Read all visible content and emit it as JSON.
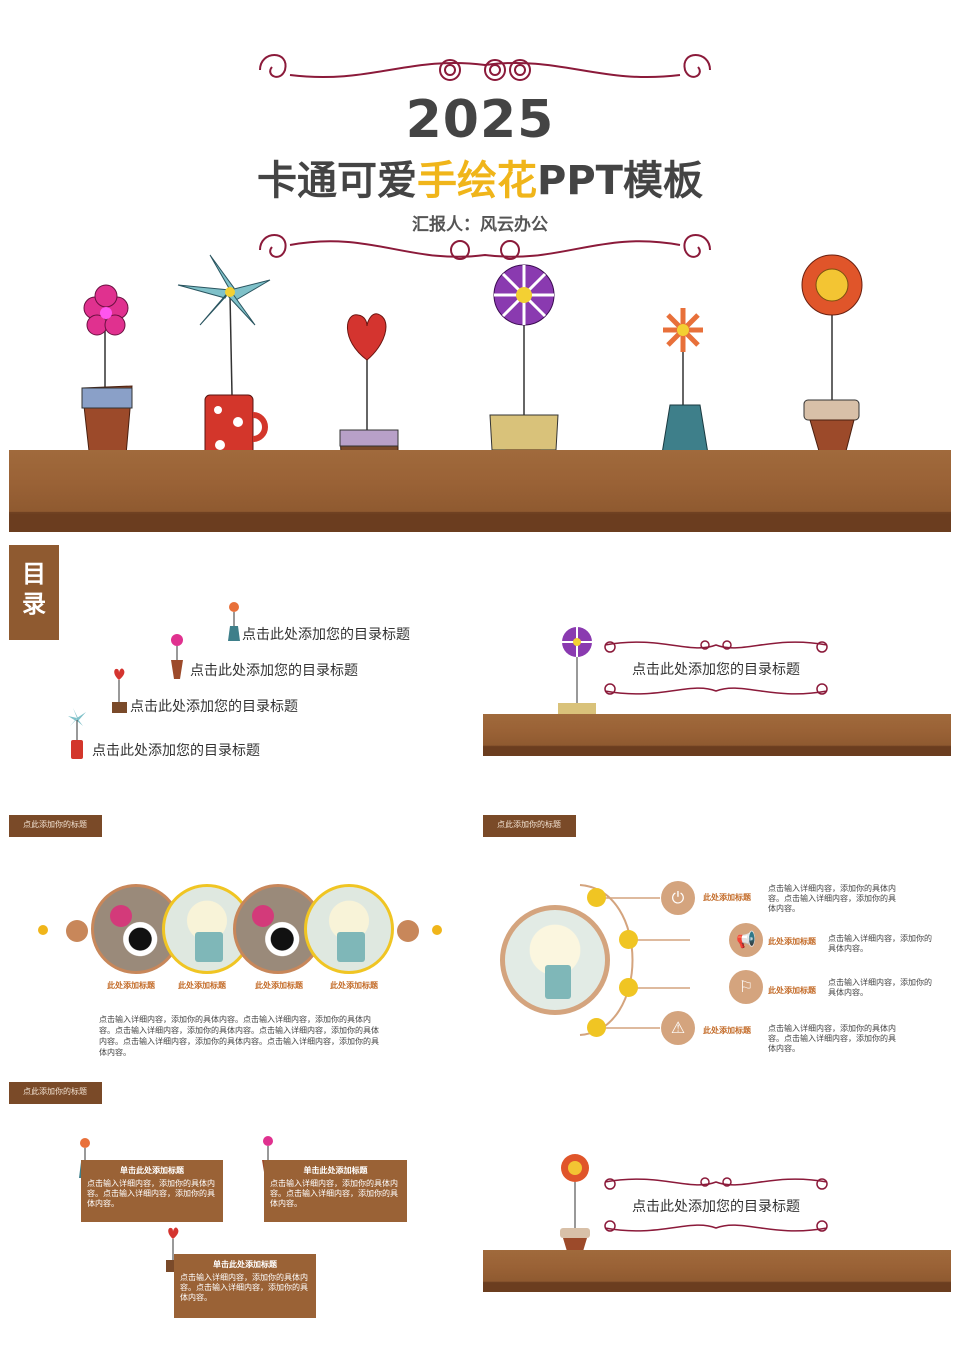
{
  "cover": {
    "year": "2025",
    "title_part1": "卡通可爱",
    "title_highlight": "手绘花",
    "title_part2": "PPT模板",
    "reporter": "汇报人：风云办公"
  },
  "toc": {
    "badge": "目\n录",
    "items": [
      "点击此处添加您的目录标题",
      "点击此处添加您的目录标题",
      "点击此处添加您的目录标题",
      "点击此处添加您的目录标题"
    ]
  },
  "section1": {
    "title": "点击此处添加您的目录标题"
  },
  "slide_photos": {
    "tag": "点此添加你的标题",
    "captions": [
      "此处添加标题",
      "此处添加标题",
      "此处添加标题",
      "此处添加标题"
    ],
    "body": "点击输入详细内容，添加你的具体内容。点击输入详细内容，添加你的具体内容。点击输入详细内容，添加你的具体内容。点击输入详细内容，添加你的具体内容。点击输入详细内容，添加你的具体内容。点击输入详细内容，添加你的具体内容。"
  },
  "slide_list": {
    "tag": "点此添加你的标题",
    "items": [
      {
        "label": "此处添加标题",
        "text": "点击输入详细内容，添加你的具体内容。点击输入详细内容，添加你的具体内容。",
        "icon": "power-icon"
      },
      {
        "label": "此处添加标题",
        "text": "点击输入详细内容，添加你的具体内容。",
        "icon": "megaphone-icon"
      },
      {
        "label": "此处添加标题",
        "text": "点击输入详细内容，添加你的具体内容。",
        "icon": "signpost-icon"
      },
      {
        "label": "此处添加标题",
        "text": "点击输入详细内容，添加你的具体内容。点击输入详细内容，添加你的具体内容。",
        "icon": "warning-icon"
      }
    ]
  },
  "slide_cards": {
    "tag": "点此添加你的标题",
    "cards": [
      {
        "title": "单击此处添加标题",
        "text": "点击输入详细内容，添加你的具体内容。点击输入详细内容，添加你的具体内容。"
      },
      {
        "title": "单击此处添加标题",
        "text": "点击输入详细内容，添加你的具体内容。点击输入详细内容，添加你的具体内容。"
      },
      {
        "title": "单击此处添加标题",
        "text": "点击输入详细内容，添加你的具体内容。点击输入详细内容，添加你的具体内容。"
      }
    ]
  },
  "section2": {
    "title": "点击此处添加您的目录标题"
  },
  "colors": {
    "wood": "#9a6236",
    "wood_dark": "#6b3d1f",
    "accent_yellow": "#f0b51a",
    "accent_orange": "#c46d2b",
    "swirl": "#8b1a3a"
  }
}
